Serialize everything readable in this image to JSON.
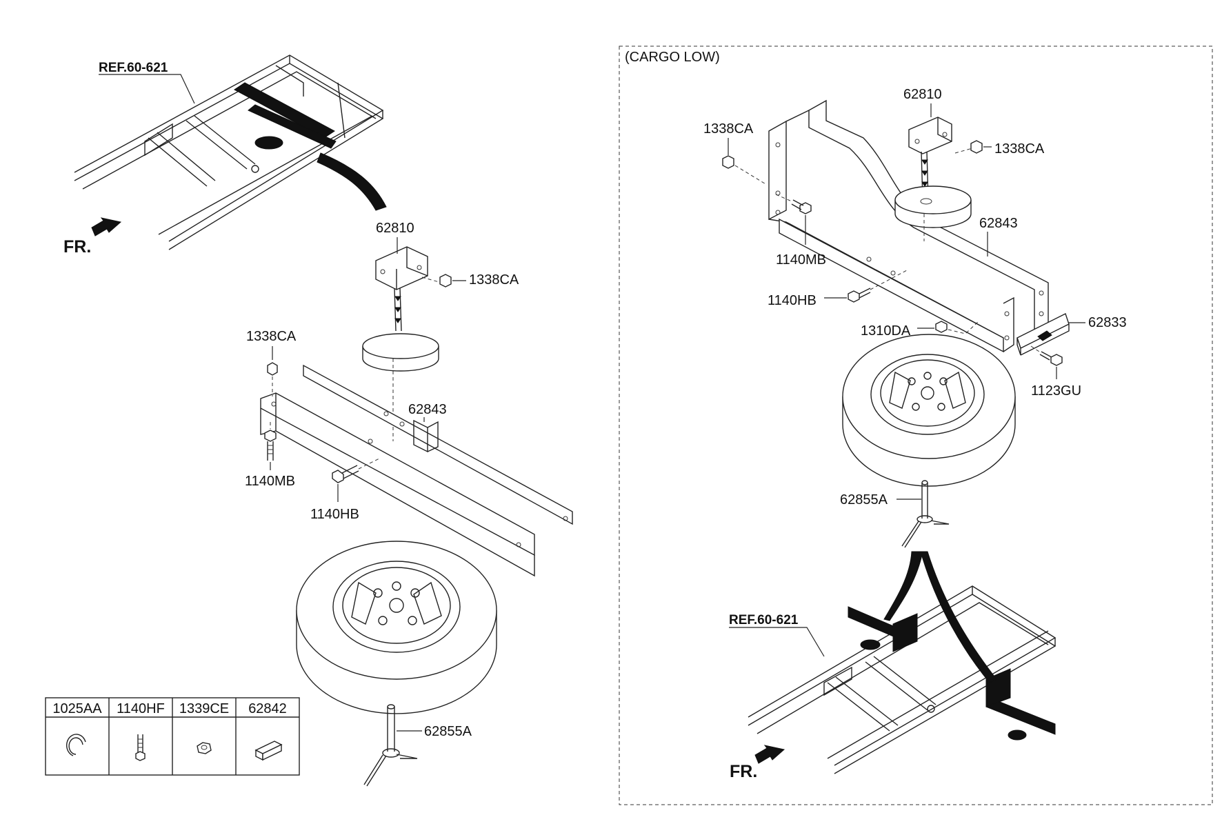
{
  "labels": {
    "left_ref": "REF.60-621",
    "left_fr": "FR.",
    "left_62810": "62810",
    "left_1338ca_upper": "1338CA",
    "left_1338ca_lower": "1338CA",
    "left_62843": "62843",
    "left_1140mb": "1140MB",
    "left_1140hb": "1140HB",
    "left_62855a": "62855A",
    "box_title": "(CARGO LOW)",
    "right_62810": "62810",
    "right_1338ca_left": "1338CA",
    "right_1338ca_right": "1338CA",
    "right_62843": "62843",
    "right_1140mb": "1140MB",
    "right_1140hb": "1140HB",
    "right_1310da": "1310DA",
    "right_62833": "62833",
    "right_1123gu": "1123GU",
    "right_62855a": "62855A",
    "right_ref": "REF.60-621",
    "right_fr": "FR."
  },
  "legend_table": {
    "headers": [
      "1025AA",
      "1140HF",
      "1339CE",
      "62842"
    ],
    "icons": [
      "clip-icon",
      "bolt-icon",
      "nut-icon",
      "key-icon"
    ]
  }
}
